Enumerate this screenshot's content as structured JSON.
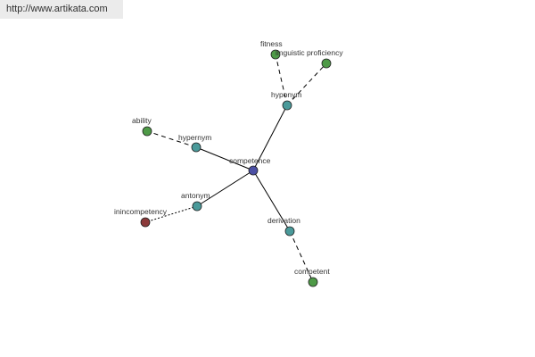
{
  "watermark": {
    "text": "http://www.artikata.com"
  },
  "colors": {
    "center": "#4b4fa4",
    "relation": "#4a9a9a",
    "word": "#4e9a47",
    "antonym_word": "#8b3a3a",
    "edge": "#000000"
  },
  "nodes": {
    "competence": "competence",
    "hyponym": "hyponym",
    "fitness": "fitness",
    "linguistic_proficiency": "linguistic proficiency",
    "hypernym": "hypernym",
    "ability": "ability",
    "antonym": "antonym",
    "incompetency": "inincompetency",
    "derivation": "derivation",
    "competent": "competent"
  }
}
